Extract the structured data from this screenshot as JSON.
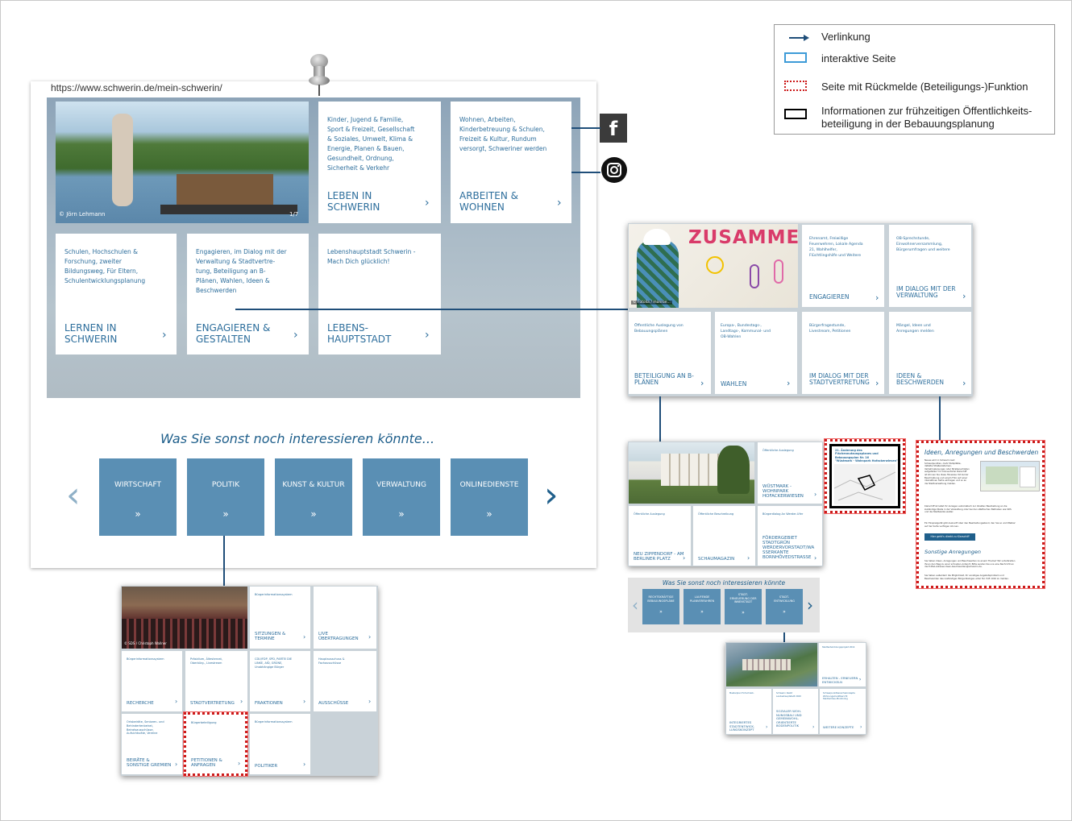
{
  "legend": {
    "link": "Verlinkung",
    "interactive": "interaktive Seite",
    "feedback": "Seite mit Rückmelde (Beteiligungs-)Funktion",
    "info_line1": "Informationen zur frühzeitigen Öffentlichkeits-",
    "info_line2": "beteiligung in der Bebauungsplanung",
    "colors": {
      "arrow": "#1f4e79",
      "interactive": "#3d9bd8",
      "feedback": "#cc1a1a",
      "info": "#000000"
    }
  },
  "main": {
    "url": "https://www.schwerin.de/mein-schwerin/",
    "photo_credit": "© Jörn Lehmann",
    "photo_counter": "1/7",
    "tiles": [
      {
        "text": "Kinder, Jugend & Familie,\nSport & Freizeit, Gesellschaft\n& Soziales, Umwelt, Klima &\nEnergie, Planen & Bauen,\nGesundheit, Ordnung,\nSicherheit & Verkehr",
        "title": "LEBEN IN\nSCHWERIN"
      },
      {
        "text": "Wohnen, Arbeiten,\nKinderbetreuung & Schulen,\nFreizeit & Kultur, Rundum\nversorgt, Schweriner werden",
        "title": "ARBEITEN &\nWOHNEN"
      },
      {
        "text": "Schulen, Hochschulen &\nForschung, zweiter\nBildungsweg, Für Eltern,\nSchulentwicklungsplanung",
        "title": "LERNEN IN\nSCHWERIN"
      },
      {
        "text": "Engagieren, im Dialog mit der\nVerwaltung & Stadtvertre-\ntung, Beteiligung an B-\nPlänen, Wahlen, Ideen &\nBeschwerden",
        "title": "ENGAGIEREN &\nGESTALTEN"
      },
      {
        "text": "Lebenshauptstadt Schwerin -\nMach Dich glücklich!",
        "title": "LEBENS-\nHAUPTSTADT"
      }
    ],
    "section_title": "Was Sie sonst noch interessieren könnte...",
    "categories": [
      "WIRTSCHAFT",
      "POLITIK",
      "KUNST & KULTUR",
      "VERWALTUNG",
      "ONLINEDIENSTE"
    ],
    "cat_arrow": "»",
    "accent": "#5a8fb4"
  },
  "social": {
    "facebook": "f",
    "instagram_icon": "instagram-icon"
  },
  "engagieren": {
    "banner": "ZUSAMMEN",
    "credit": "© Fotolia / monroe...",
    "tiles": [
      {
        "text": "Ehrenamt, Freiwillige\nFeuerwehren, Lokale Agenda\n21, Wahlhelfer,\nFlüchtlingshilfe und Weitere",
        "title": "ENGAGIEREN"
      },
      {
        "text": "OB-Sprechstunde,\nEinwohnerversammlung,\nBürgerumfragen und weitere",
        "title": "IM DIALOG MIT DER\nVERWALTUNG"
      },
      {
        "text": "Öffentliche Auslegung von\nBebauungsplänen",
        "title": "BETEILIGUNG AN B-\nPLÄNEN"
      },
      {
        "text": "Europa-, Bundestags-,\nLandtags-, Kommunal- und\nOB-Wahlen",
        "title": "WAHLEN"
      },
      {
        "text": "Bürgerfragestunde,\nLivestream, Petitionen",
        "title": "IM DIALOG MIT DER\nSTADTVERTRETUNG"
      },
      {
        "text": "Mängel, Ideen und\nAnregungen melden",
        "title": "IDEEN &\nBESCHWERDEN"
      }
    ]
  },
  "bplan": {
    "tiles": [
      {
        "text": "Öffentliche Auslegung",
        "title": "WÜSTMARK -\nWOHNPARK\nHOFACKERWIESEN"
      },
      {
        "text": "Öffentliche Auslegung",
        "title": "NEU ZIPPENDORF - AM\nBERLINER PLATZ"
      },
      {
        "text": "Öffentliche Beschreibung",
        "title": "SCHAUMAGAZIN"
      },
      {
        "text": "Bürgerdialog An Werder-Ufer",
        "title": "FÖRDERGEBIET\nSTADTGRÜN\nWERDERVORSTADT/WA\nSSERKANTE\nBORNHÖVEDSTRASSE"
      }
    ],
    "doc_title": "21. Änderung des\nFlächennutzungsplanes und\nBebauungsplan Nr. 16\n\"Wüstmark - Wohnpark Hofackerwiesen\"",
    "section_title": "Was Sie sonst noch interessieren könnte",
    "categories": [
      "RECHTSKRÄFTIGE\nBEBAUUNGSPLÄNE",
      "LAUFENDE\nPLANVERFAHREN",
      "STADT-\nERNEUERUNG DER\nINNENSTADT",
      "STADT-\nENTWICKLUNG"
    ]
  },
  "ideen": {
    "title": "Ideen, Anregungen und Beschwerden",
    "body1": "Neues wird in Schwerin laut\nSchwerpunkten, mehr Parkplätze,\ndefekte Straßenlaternen,\nVerkehrsplanungen oder Straßenschäden\naufgefallen? Im Online-Portal Klarschiff\nist können Sie diese Hinweise mit kurzer\nBeschreibung und einem Foto auf einer\ninteraktiven Karte eintragen und so an\ndie Stadtverwaltung melden.",
    "body2": "Klarschiff ist leitet Ihr Anliegen automatisch zur direkten Bearbeitung an die\nzuständige Stelle in der Verwaltung oder bei den städtischen Betrieben wie SDS\nund die Stadtwerke weiter.",
    "body3": "Ein Einspielgerät gibt Auskunft über den Bearbeitungsstand, den Sie so unmittelbar\nauf der Karte verfolgen können.",
    "button": "Hier geht's direkt zu Klarschiff",
    "subtitle": "Sonstige Anregungen",
    "body4": "Sie haben Ideen, Anregungen und Beschwerden zu einem Thema? Wir unterbreiten\nIhnen den Weg zu einer schnellen Antwort. Bitte senden Sie uns eine Nachricht an\ndie E-Mail-Adresse ideen-beschwerden@schwerin.de.",
    "body5": "Sie haben außerdem die Möglichkeit, Ihr sonstiges Angebotsproblem und\nBeschwerden des zuständigen Bürgerdialoges unter Tel. 545 1010 zu melden."
  },
  "politik": {
    "credit": "© SDS / Christoph Wallner",
    "tiles": [
      {
        "text": "Bürgerinformationssystem",
        "title": "SITZUNGEN &\nTERMINE"
      },
      {
        "text": "",
        "title": "LIVE\nÜBERTRAGUNGEN"
      },
      {
        "text": "Bürgerinformationssystem",
        "title": "RECHERCHE"
      },
      {
        "text": "Präsidium, Ältestenrat,\nOberbürg., Livestream",
        "title": "STADTVERTRETUNG"
      },
      {
        "text": "CDU/FDP, SPD, PARTEI DIE\nLINKE, AfD, GRÜNE,\nUnabhängige Bürger",
        "title": "FRAKTIONEN"
      },
      {
        "text": "Hauptausschuss &\nFachausschüsse",
        "title": "AUSSCHÜSSE"
      },
      {
        "text": "Ortsbeiräte, Senioren- und\nBehindertenbeirat,\nBeiratsausschüsse,\nAufsichtsräte, Vereine",
        "title": "BEIRÄTE &\nSONSTIGE GREMIEN"
      },
      {
        "text": "Bürgerbeteiligung",
        "title": "PETITIONEN &\nANFRAGEN"
      },
      {
        "text": "Bürgerinformationssystem",
        "title": "POLITIKER"
      }
    ]
  },
  "stadtentwicklung": {
    "tiles": [
      {
        "text": "Stadtentwicklungsprojekt 2014",
        "title": ""
      },
      {
        "text": "",
        "title": "ERHALTEN - ERNEUERN -\nENTWICKELN"
      },
      {
        "text": "Masterplan Fortschreib.",
        "title": "INTEGRIERTES\nSTADTENTWICK-\nLUNGSKONZEPT"
      },
      {
        "text": "Schwerin bleibt\nLandeshauptstadt 2020",
        "title": "SOZIALER WOH-\nNUNGSBAU UND\nGEMEINWOHL-\nORIENTIERTE\nBODENPOLITIK"
      },
      {
        "text": "Schwerpunktbereichskonzepte\nWohnungsmarktbericht\nStadtumbau-Monitoring",
        "title": "WEITERE KONZEPTE"
      }
    ]
  }
}
